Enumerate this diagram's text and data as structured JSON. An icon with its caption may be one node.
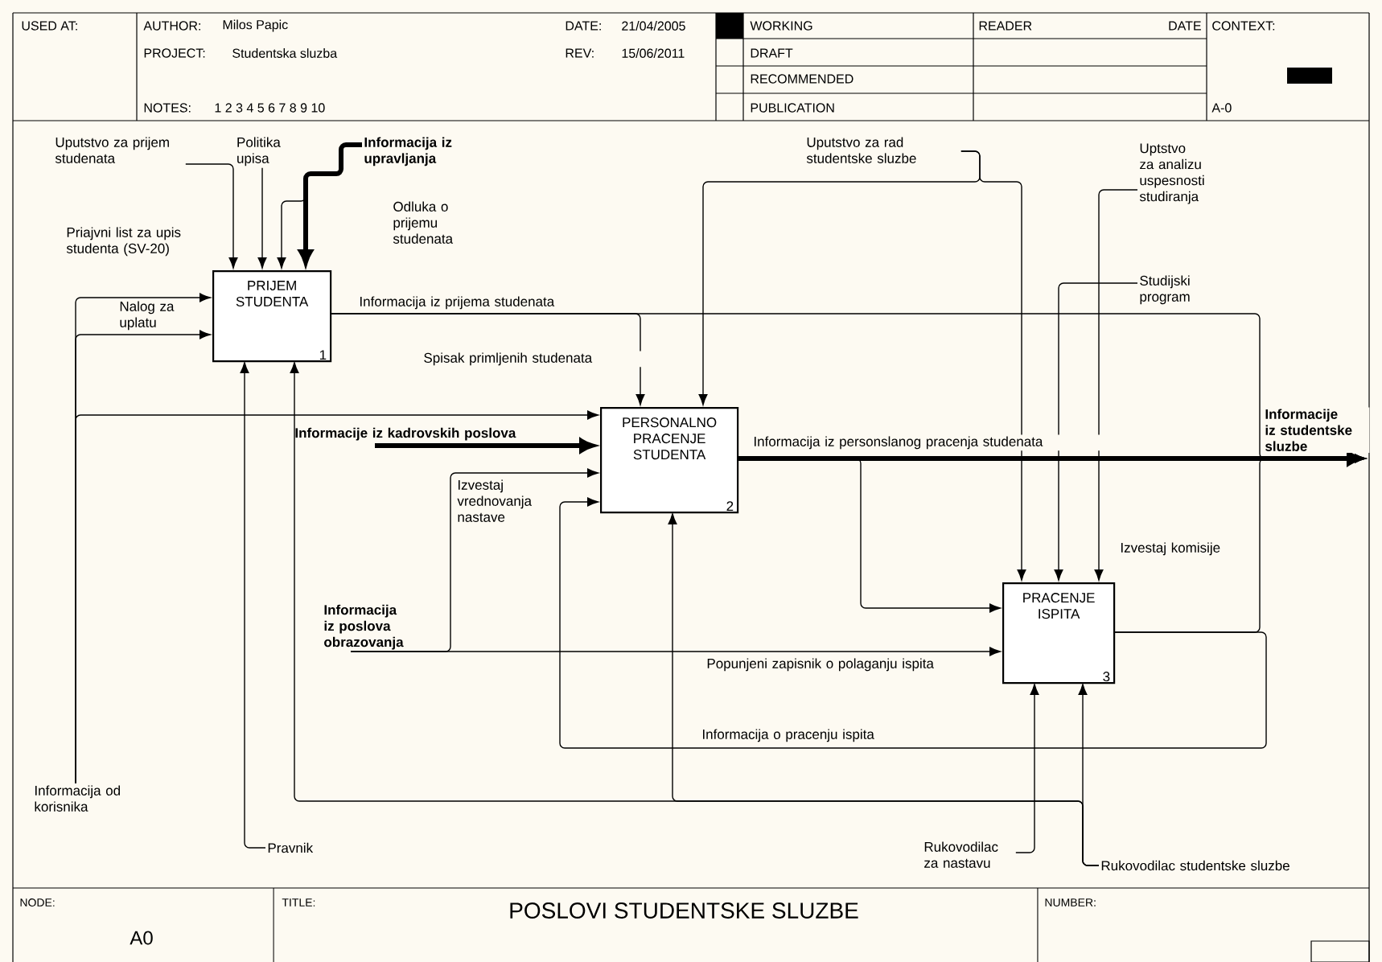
{
  "diagram": {
    "title": "POSLOVI STUDENTSKE SLUZBE",
    "nodes": [
      {
        "text": [
          "PRIJEM STUDENTA",
          "1"
        ]
      },
      {
        "text": [
          "PERSONALNO PRACENJE STUDENTA",
          "2"
        ]
      },
      {
        "text": [
          "PRACENJE ISPITA",
          "3"
        ]
      },
      {
        "text": [
          "Informacija od korisnika"
        ]
      },
      {
        "text": [
          "Uputstvo za  prijem studenata"
        ]
      },
      {
        "text": [
          "Politika upisa"
        ]
      },
      {
        "text": [
          "Informacija iz upravljanja"
        ]
      },
      {
        "text": [
          "Pravnik"
        ]
      },
      {
        "text": [
          "Informacije iz kadrovskih poslova"
        ]
      },
      {
        "text": [
          "Informacija iz poslova obrazovanja"
        ]
      },
      {
        "text": [
          "Uputstvo za rad studentske sluzbe"
        ]
      },
      {
        "text": [
          "Uptstvo za analizu uspesnosti studiranja"
        ]
      },
      {
        "text": [
          "Studijski program"
        ]
      },
      {
        "text": [
          "Rukovodilac za nastavu"
        ]
      },
      {
        "text": [
          "Rukovodilac studentske sluzbe"
        ]
      }
    ],
    "edges": [
      {
        "from": 3,
        "to": 0,
        "arrow": "to",
        "label": "Priajvni list za upis studenta (SV-20)"
      },
      {
        "from": 3,
        "to": 0,
        "arrow": "to",
        "label": "Nalog za uplatu"
      },
      {
        "from": 3,
        "to": 1,
        "arrow": "to"
      },
      {
        "from": 4,
        "to": 0,
        "arrow": "to"
      },
      {
        "from": 5,
        "to": 0,
        "arrow": "to"
      },
      {
        "from": 6,
        "to": 0,
        "arrow": "to",
        "label": "Odluka  o prijemu studenata"
      },
      {
        "from": 6,
        "to": 0,
        "arrow": "to",
        "style": "thick"
      },
      {
        "from": 7,
        "to": 0,
        "arrow": "to"
      },
      {
        "from": 14,
        "to": 0,
        "arrow": "to"
      },
      {
        "from": 14,
        "to": 1,
        "arrow": "to"
      },
      {
        "from": 14,
        "to": 2,
        "arrow": "to"
      },
      {
        "from": 13,
        "to": 2,
        "arrow": "to"
      },
      {
        "from": 0,
        "to": 1,
        "arrow": "to",
        "label": "Spisak primljenih studenata"
      },
      {
        "from": 0,
        "to": null,
        "arrow": "to",
        "label": "Informacija iz prijema studenata"
      },
      {
        "from": 8,
        "to": 1,
        "arrow": "to",
        "style": "thick"
      },
      {
        "from": 9,
        "to": 1,
        "arrow": "to",
        "label": "Izvestaj vrednovanja nastave"
      },
      {
        "from": 9,
        "to": 2,
        "arrow": "to",
        "label": "Popunjeni zapisnik o polaganju ispita"
      },
      {
        "from": 10,
        "to": 1,
        "arrow": "to"
      },
      {
        "from": 10,
        "to": 2,
        "arrow": "to"
      },
      {
        "from": 11,
        "to": 2,
        "arrow": "to"
      },
      {
        "from": 12,
        "to": 2,
        "arrow": "to"
      },
      {
        "from": 1,
        "to": 2,
        "arrow": "to",
        "label": "Informacija iz personslanog pracenja studenata"
      },
      {
        "from": 1,
        "to": null,
        "arrow": "to",
        "label": "Informacije iz studentske sluzbe",
        "style": "thick"
      },
      {
        "from": 2,
        "to": null,
        "arrow": "to",
        "label": "Izvestaj komisije"
      },
      {
        "from": 2,
        "to": 1,
        "arrow": "to",
        "label": "Informacija o pracenju ispita"
      }
    ],
    "labels": [
      "USED AT:",
      "AUTHOR:",
      "Milos Papic",
      "DATE:",
      "21/04/2005",
      "WORKING",
      "READER",
      "DATE",
      "CONTEXT:",
      "PROJECT:",
      "Studentska sluzba",
      "REV:",
      "15/06/2011",
      "DRAFT",
      "RECOMMENDED",
      "NOTES:",
      "1 2 3 4 5 6 7 8 9 10",
      "PUBLICATION",
      "A-0",
      "NODE:",
      "TITLE:",
      "NUMBER:",
      "A0"
    ]
  }
}
